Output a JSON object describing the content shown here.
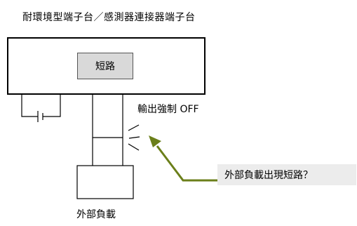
{
  "header": {
    "title": "耐環境型端子台／感測器連接器端子台"
  },
  "terminal": {
    "fault_label": "短路"
  },
  "output": {
    "forced_off_label": "輸出強制 OFF"
  },
  "callout": {
    "text": "外部負載出現短路？"
  },
  "load": {
    "caption": "外部負載"
  },
  "colors": {
    "arrow": "#6b7f1a",
    "fault_box": "#d9d9d9",
    "callout_bg": "#ececec"
  }
}
